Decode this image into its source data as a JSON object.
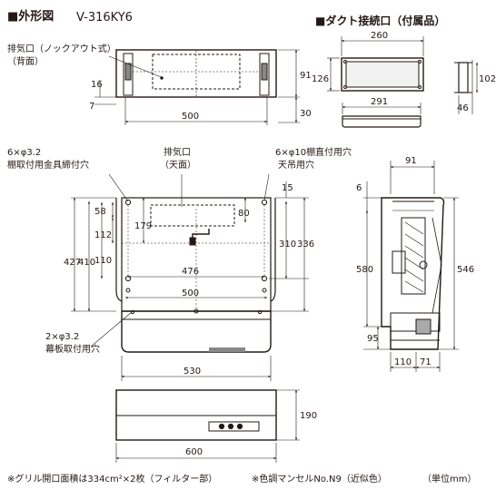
{
  "header": {
    "title": "■外形図",
    "model": "V-316KY6",
    "duct_title": "■ダクト接続口（付属品）"
  },
  "labels": {
    "exhaust_back": [
      "排気口（ノックアウト式）",
      "（背面）"
    ],
    "exhaust_top": [
      "排気口",
      "（天面）"
    ],
    "hole_32_top": [
      "6×φ3.2",
      "棚取付用金具締付穴"
    ],
    "hole_10": [
      "6×φ10棚直付用穴",
      "天吊用穴"
    ],
    "hole_32_bottom": [
      "2×φ3.2",
      "幕板取付用穴"
    ]
  },
  "dims": {
    "top_16": "16",
    "top_7": "7",
    "top_91": "91",
    "top_30": "30",
    "top_500": "500",
    "duct_260": "260",
    "duct_126": "126",
    "duct_291": "291",
    "duct_102": "102",
    "duct_46": "46",
    "front_15": "15",
    "front_80": "80",
    "front_179": "179",
    "front_58": "58",
    "front_112": "112",
    "front_110": "110",
    "front_427": "427",
    "front_410": "410",
    "front_310": "310",
    "front_336": "336",
    "front_476": "476",
    "front_500": "500",
    "front_530": "530",
    "side_91": "91",
    "side_6": "6",
    "side_580": "580",
    "side_546": "546",
    "side_95": "95",
    "side_110": "110",
    "side_71": "71",
    "bottom_190": "190",
    "bottom_600": "600"
  },
  "footer": {
    "note_grille": "※グリル開口面積は334cm²×2枚（フィルター部）",
    "note_color": "※色調マンセルNo.N9（近似色）",
    "unit": "（単位mm）"
  }
}
